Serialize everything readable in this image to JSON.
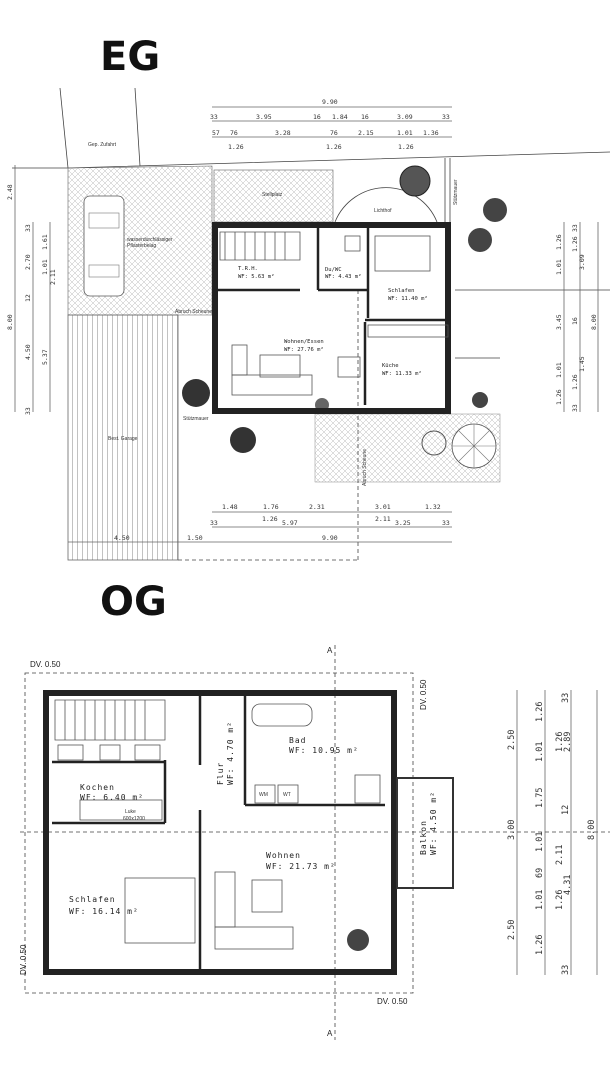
{
  "eg": {
    "title": "EG",
    "site_labels": {
      "driveway": "Gep. Zufahrt",
      "parking": "Stellplatz",
      "lightwell": "Lichthof",
      "retaining_wall_right": "Stützmauer",
      "paving": [
        "wasserdurchlässiger",
        "Pflasterbelag"
      ],
      "demolition_left": "Abruch Scheune",
      "retaining_wall_left": "Stützmauer",
      "garage": "Best. Garage",
      "demolition_bottom": "Abruch Scheune"
    },
    "rooms": [
      {
        "name": "T.R.H.",
        "area": "WF: 5.63 m²"
      },
      {
        "name": "Du/WC",
        "area": "WF: 4.43 m²"
      },
      {
        "name": "Schlafen",
        "area": "WF: 11.40 m²"
      },
      {
        "name": "Wohnen/Essen",
        "area": "WF: 27.76 m²"
      },
      {
        "name": "Küche",
        "area": "WF: 11.33 m²"
      }
    ],
    "dims_top": {
      "total": "9.90",
      "row2": [
        "33",
        "3.95",
        "16",
        "1.84",
        "16",
        "3.09",
        "33"
      ],
      "row3": [
        "57",
        "76",
        "3.28",
        "76",
        "2.15",
        "1.01",
        "1.36"
      ],
      "row3_sub": [
        "1.26",
        "1.26",
        "1.26"
      ]
    },
    "dims_bottom": {
      "row1": [
        "1.48",
        "1.76",
        "2.31",
        "3.01",
        "1.32"
      ],
      "row1_sub": [
        "1.26",
        "2.11"
      ],
      "row2": [
        "33",
        "5.97",
        "3.25",
        "33"
      ],
      "row3": [
        "4.50",
        "1.50",
        "9.90"
      ]
    },
    "dims_left": {
      "outer": [
        "2.48",
        "8.00"
      ],
      "mid": [
        "33",
        "2.70",
        "12",
        "4.50",
        "33"
      ],
      "inner": [
        "1.61",
        "1.01",
        "2.11",
        "5.37"
      ]
    },
    "dims_right": {
      "inner": [
        "1.26",
        "1.01",
        "3.45",
        "1.01",
        "1.26"
      ],
      "mid": [
        "33",
        "1.26",
        "3.09",
        "16",
        "1.45",
        "1.26",
        "33"
      ],
      "outer": [
        "8.00"
      ]
    }
  },
  "og": {
    "title": "OG",
    "overhang_labels": [
      "DV. 0.50",
      "DV. 0.50",
      "DV. 0.50",
      "DV. 0.50"
    ],
    "section_marks": [
      "A",
      "A"
    ],
    "rooms": [
      {
        "name": "Kochen",
        "area": "WF: 6.40 m²"
      },
      {
        "name": "Flur",
        "area": "WF: 4.70 m²"
      },
      {
        "name": "Bad",
        "area": "WF: 10.95 m²"
      },
      {
        "name": "Schlafen",
        "area": "WF: 16.14 m²"
      },
      {
        "name": "Wohnen",
        "area": "WF: 21.73 m²"
      },
      {
        "name": "Balkon",
        "area": "WF: 4.50 m²"
      }
    ],
    "hatch": {
      "label": "Luke",
      "size": "600x1200"
    },
    "appliances": [
      "WM",
      "WT"
    ],
    "dims_right": {
      "col1": [
        "2.50",
        "3.00",
        "2.50"
      ],
      "col2": [
        "1.26",
        "1.01",
        "1.75",
        "1.01",
        "69",
        "1.01",
        "1.26"
      ],
      "col3": [
        "33",
        "1.26",
        "2.89",
        "12",
        "2.11",
        "4.31",
        "1.26",
        "33"
      ],
      "col4": [
        "8.00"
      ]
    }
  }
}
